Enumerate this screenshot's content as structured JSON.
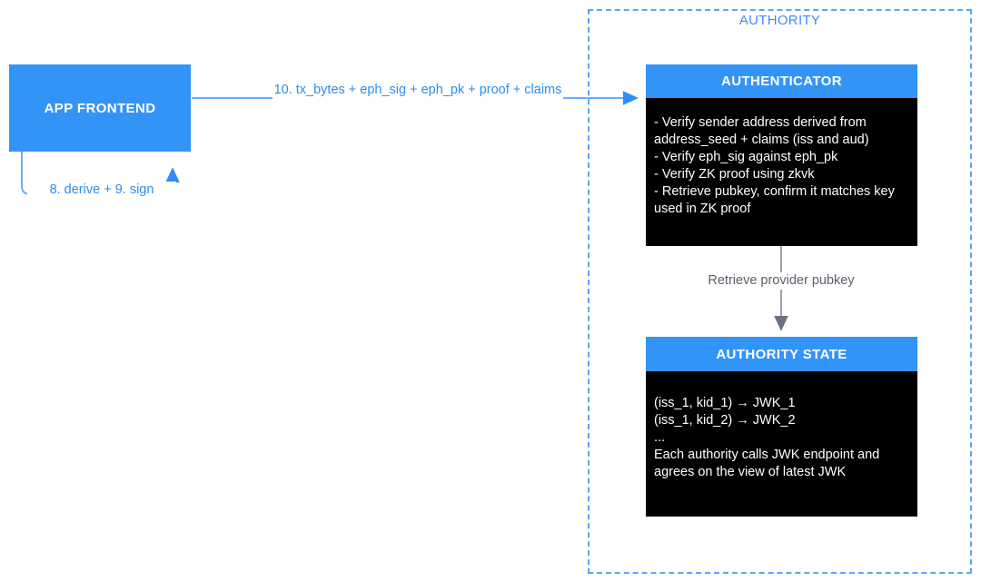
{
  "diagram": {
    "type": "flow-diagram",
    "background": "#ffffff",
    "accent_blue": "#3394f7",
    "edge_blue": "#2d8cf5",
    "edge_gray": "#595f6b",
    "node_body_bg": "#000000"
  },
  "authority_group": {
    "label": "AUTHORITY",
    "border_style": "dashed",
    "border_color": "#5ba4f8"
  },
  "nodes": {
    "frontend": {
      "label": "APP FRONTEND"
    },
    "authenticator": {
      "header": "AUTHENTICATOR",
      "body": "- Verify sender address derived from address_seed + claims (iss and aud)\n- Verify eph_sig against eph_pk\n- Verify ZK proof using zkvk\n- Retrieve pubkey, confirm it matches key used in ZK proof"
    },
    "authority_state": {
      "header": "AUTHORITY STATE",
      "body": "(iss_1, kid_1) → JWK_1\n(iss_1, kid_2) → JWK_2\n...\nEach authority calls JWK endpoint and agrees on the view of latest JWK"
    }
  },
  "edges": {
    "frontend_to_authenticator": {
      "label": "10. tx_bytes + eph_sig + eph_pk + proof + claims",
      "color": "#2d8cf5"
    },
    "frontend_selfloop": {
      "label": "8. derive + 9. sign",
      "color": "#2d8cf5"
    },
    "authenticator_to_authority_state": {
      "label": "Retrieve provider pubkey",
      "color": "#595f6b"
    }
  }
}
